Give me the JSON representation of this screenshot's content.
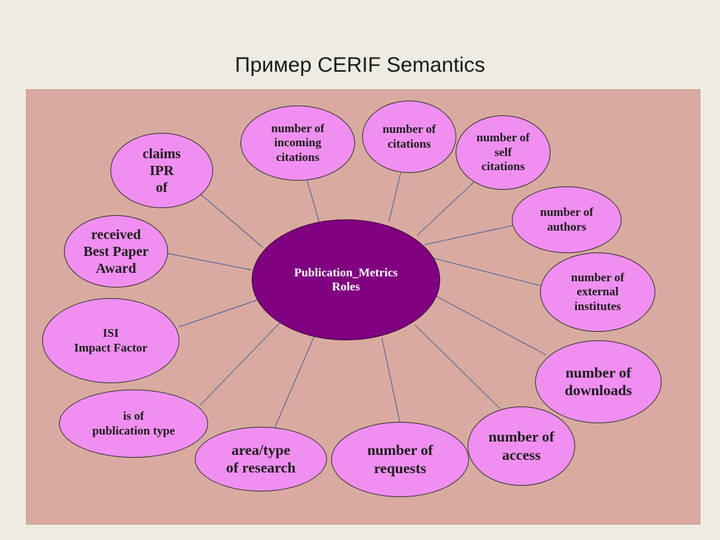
{
  "slide": {
    "title": "Пример CERIF Semantics"
  },
  "colors": {
    "background": "#eeebe2",
    "panel": "#d9aba0",
    "center_node": "#800080",
    "outer_node": "#f08ff0",
    "connector": "#5b6b9a"
  },
  "diagram": {
    "center": {
      "label": "Publication_Metrics\nRoles"
    },
    "nodes": [
      {
        "id": "incoming-citations",
        "label": "number of\nincoming\ncitations"
      },
      {
        "id": "citations",
        "label": "number of\ncitations"
      },
      {
        "id": "self-citations",
        "label": "number of\nself\ncitations"
      },
      {
        "id": "authors",
        "label": "number of\nauthors"
      },
      {
        "id": "external-institutes",
        "label": "number of\nexternal\ninstitutes"
      },
      {
        "id": "downloads",
        "label": "number of\ndownloads"
      },
      {
        "id": "access",
        "label": "number of\naccess"
      },
      {
        "id": "requests",
        "label": "number of\nrequests"
      },
      {
        "id": "area-type-research",
        "label": "area/type\nof research"
      },
      {
        "id": "publication-type",
        "label": "is of\npublication type"
      },
      {
        "id": "impact-factor",
        "label": "ISI\nImpact Factor"
      },
      {
        "id": "best-paper-award",
        "label": "received\nBest Paper\nAward"
      },
      {
        "id": "claims-ipr",
        "label": "claims\nIPR\nof"
      }
    ]
  }
}
